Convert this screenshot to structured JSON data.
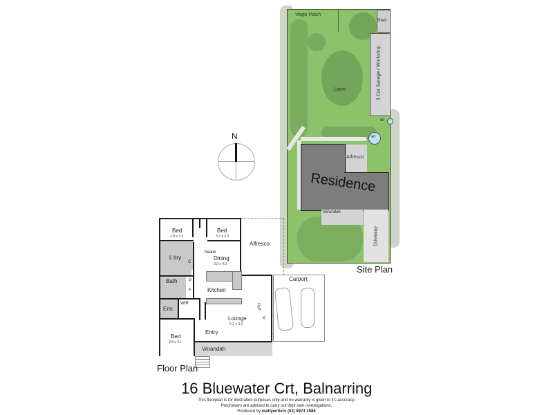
{
  "title": "16 Bluewater Crt, Balnarring",
  "disclaimer": {
    "line1": "This floorplan is for illustration purposes only and no warranty is given to it's accuracy.",
    "line2": "Purchasers are advised to carry out their own investigations.",
    "line3_prefix": "Produced by ",
    "line3_brand": "realtywriters (03) 5974 1586"
  },
  "compass": {
    "label": "N"
  },
  "site_plan": {
    "heading": "Site Plan",
    "labels": {
      "vegie_patch": "Vegie Patch",
      "shed": "Shed",
      "lawn": "Lawn",
      "garage": "3 Car Garage / Workshop",
      "wt_tank": "wt",
      "wt_small": "wt",
      "alfresco": "Alfresco",
      "residence": "Residence",
      "verandah": "Verandah",
      "driveway": "Driveway"
    },
    "colors": {
      "lawn": "#8cc26a",
      "tree": "#6f9e57",
      "building": "#7d7d7d",
      "paving": "#d4d4d4",
      "border": "#3a4a30",
      "tank": "#bfe4ef"
    }
  },
  "floor_plan": {
    "heading": "Floor Plan",
    "rooms": {
      "bed1": {
        "name": "Bed",
        "dim": "2.8 x 3.2"
      },
      "bed2": {
        "name": "Bed",
        "dim": "3.2 x 3.0"
      },
      "bed3": {
        "name": "Bed",
        "dim": "3.8 x 3.1"
      },
      "dining": {
        "name": "Dining",
        "dim": "3.0 x 4.0"
      },
      "lounge": {
        "name": "Lounge",
        "dim": "6.2 x 3.3"
      },
      "laundry": {
        "name": "L'dry"
      },
      "bath": {
        "name": "Bath"
      },
      "ensuite": {
        "name": "Ens"
      },
      "wir": {
        "name": "WIR"
      },
      "kitchen": {
        "name": "Kitchen"
      },
      "entry": {
        "name": "Entry"
      },
      "verandah": {
        "name": "Verandah"
      },
      "alfresco": {
        "name": "Alfresco"
      },
      "carport": {
        "name": "Carport"
      }
    },
    "fixtures": {
      "heater": "heater",
      "cupboard_c": "C",
      "pantry_p": "P",
      "fridge_f": "F",
      "gfire": "g/fire",
      "ac": "ac"
    }
  }
}
